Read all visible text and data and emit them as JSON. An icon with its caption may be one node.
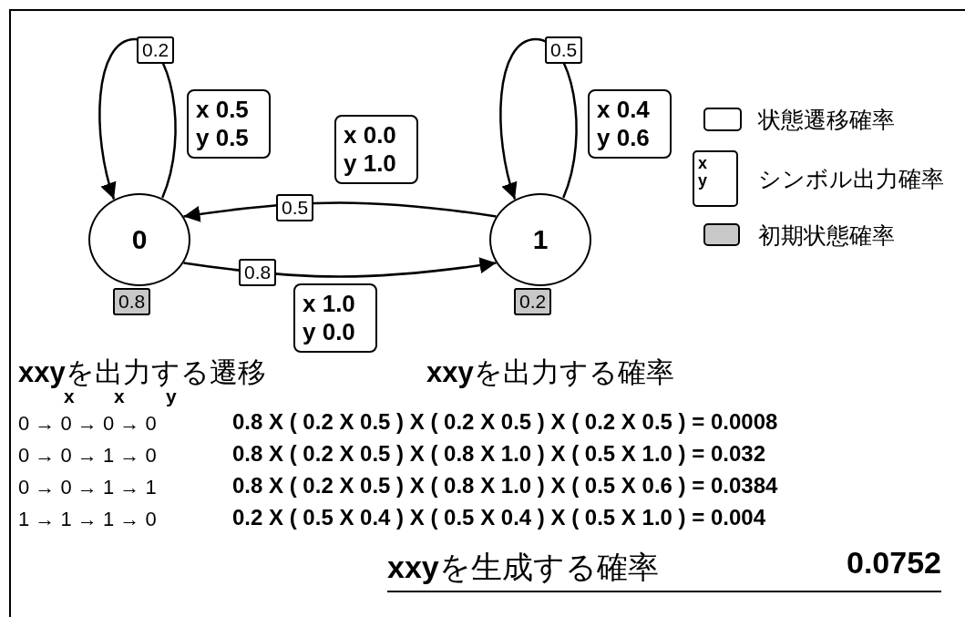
{
  "diagram": {
    "nodes": [
      {
        "text": [
          "0"
        ],
        "beside": [
          "0.8"
        ]
      },
      {
        "text": [
          "1"
        ],
        "beside": [
          "0.2"
        ]
      },
      {
        "text": [
          "x 0.5 y 0.5"
        ]
      },
      {
        "text": [
          "x 0.0 y 1.0"
        ]
      },
      {
        "text": [
          "x 1.0 y 0.0"
        ]
      },
      {
        "text": [
          "x 0.4 y 0.6"
        ]
      }
    ],
    "edges": [
      {
        "from": 0,
        "to": 0,
        "arrow": "to",
        "label": "0.2"
      },
      {
        "from": 1,
        "to": 0,
        "arrow": "to",
        "label": "0.5"
      },
      {
        "from": 0,
        "to": 1,
        "arrow": "to",
        "label": "0.8"
      },
      {
        "from": 1,
        "to": 1,
        "arrow": "to",
        "label": "0.5"
      }
    ],
    "labels": [
      "x",
      "y",
      "**xxy**を出力する遷移",
      "**xxy**を出力する確率",
      "x",
      "x",
      "y",
      "0 → 0 → 0 → 0",
      "0.8 X ( 0.2 X 0.5 ) X ( 0.2 X 0.5 ) X ( 0.2 X 0.5 ) = 0.0008",
      "0 → 0 → 1 → 0",
      "0.8 X ( 0.2 X 0.5 ) X ( 0.8 X 1.0 ) X ( 0.5 X 1.0 ) = 0.032",
      "0 → 0 → 1 → 1",
      "0.8 X ( 0.2 X 0.5 ) X ( 0.8 X 1.0 ) X ( 0.5 X 0.6 ) = 0.0384",
      "1 → 1 → 1 → 0",
      "0.2 X ( 0.5 X 0.4 ) X ( 0.5 X 0.4 ) X ( 0.5 X 1.0 ) = 0.004",
      "**xxy**を生成する確率",
      "0.0752"
    ],
    "legend": [
      {
        "text": "状態遷移確率"
      },
      {
        "text": "シンボル出力確率"
      },
      {
        "text": "初期状態確率",
        "color": "#c8c8c8"
      }
    ]
  }
}
